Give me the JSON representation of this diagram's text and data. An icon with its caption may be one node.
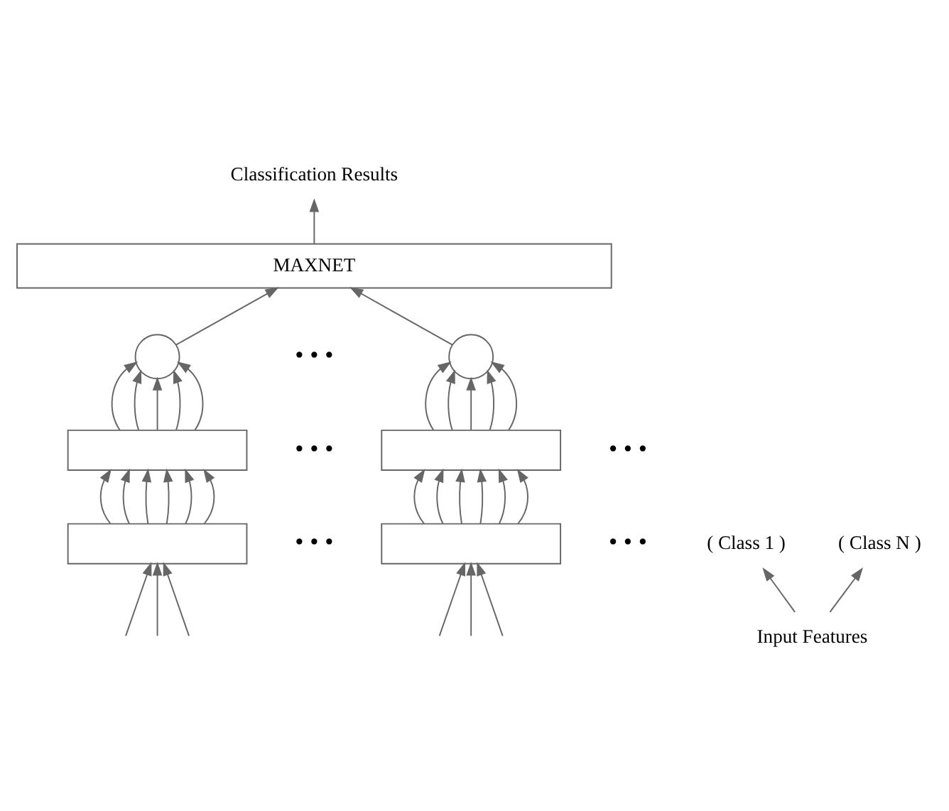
{
  "diagram": {
    "nodes": [
      {
        "text": [
          "Classification Results"
        ]
      },
      {
        "text": [
          "MAXNET"
        ]
      },
      {
        "text": [],
        "shape": "circle"
      },
      {
        "text": [],
        "shape": "circle"
      },
      {
        "text": [],
        "shape": "box"
      },
      {
        "text": [],
        "shape": "box"
      },
      {
        "text": [],
        "shape": "box"
      },
      {
        "text": [],
        "shape": "box"
      },
      {
        "text": [
          "( Class 1 )"
        ]
      },
      {
        "text": [
          "( Class N )"
        ]
      },
      {
        "text": [
          "Input Features"
        ]
      }
    ],
    "edges": [
      {
        "from": 1,
        "to": 0,
        "arrow": "to"
      },
      {
        "from": 2,
        "to": 1,
        "arrow": "to"
      },
      {
        "from": 3,
        "to": 1,
        "arrow": "to"
      },
      {
        "from": 4,
        "to": 2,
        "arrow": "to"
      },
      {
        "from": 4,
        "to": 2,
        "arrow": "to"
      },
      {
        "from": 4,
        "to": 2,
        "arrow": "to"
      },
      {
        "from": 4,
        "to": 2,
        "arrow": "to"
      },
      {
        "from": 4,
        "to": 2,
        "arrow": "to"
      },
      {
        "from": 5,
        "to": 3,
        "arrow": "to"
      },
      {
        "from": 5,
        "to": 3,
        "arrow": "to"
      },
      {
        "from": 5,
        "to": 3,
        "arrow": "to"
      },
      {
        "from": 5,
        "to": 3,
        "arrow": "to"
      },
      {
        "from": 5,
        "to": 3,
        "arrow": "to"
      },
      {
        "from": 6,
        "to": 4,
        "arrow": "to"
      },
      {
        "from": 6,
        "to": 4,
        "arrow": "to"
      },
      {
        "from": 6,
        "to": 4,
        "arrow": "to"
      },
      {
        "from": 6,
        "to": 4,
        "arrow": "to"
      },
      {
        "from": 6,
        "to": 4,
        "arrow": "to"
      },
      {
        "from": 6,
        "to": 4,
        "arrow": "to"
      },
      {
        "from": 7,
        "to": 5,
        "arrow": "to"
      },
      {
        "from": 7,
        "to": 5,
        "arrow": "to"
      },
      {
        "from": 7,
        "to": 5,
        "arrow": "to"
      },
      {
        "from": 7,
        "to": 5,
        "arrow": "to"
      },
      {
        "from": 7,
        "to": 5,
        "arrow": "to"
      },
      {
        "from": 7,
        "to": 5,
        "arrow": "to"
      },
      {
        "from": null,
        "to": 6,
        "arrow": "to"
      },
      {
        "from": null,
        "to": 6,
        "arrow": "to"
      },
      {
        "from": null,
        "to": 6,
        "arrow": "to"
      },
      {
        "from": null,
        "to": 7,
        "arrow": "to"
      },
      {
        "from": null,
        "to": 7,
        "arrow": "to"
      },
      {
        "from": null,
        "to": 7,
        "arrow": "to"
      },
      {
        "from": 10,
        "to": 8,
        "arrow": "to"
      },
      {
        "from": 10,
        "to": 9,
        "arrow": "to"
      }
    ],
    "labels": [
      "• • •",
      "• • •",
      "• • •",
      "• • •",
      "• • •"
    ]
  }
}
